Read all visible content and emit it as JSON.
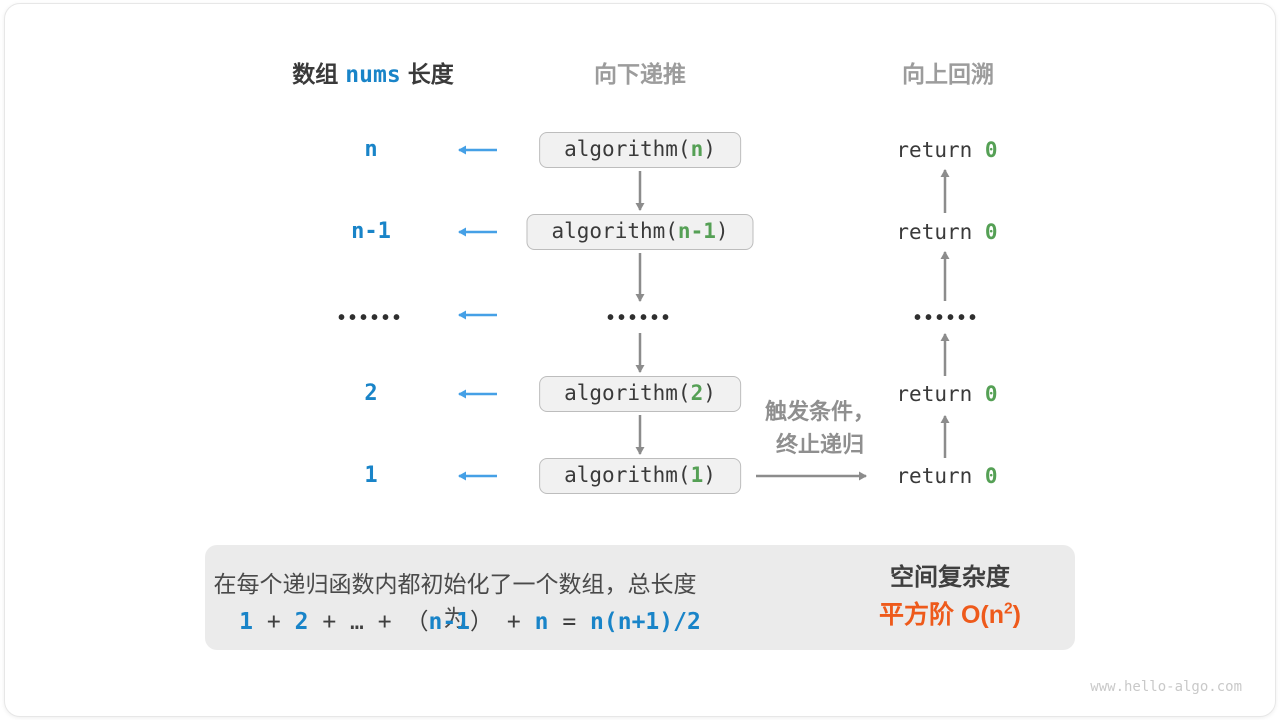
{
  "headers": {
    "length_prefix": "数组",
    "length_code": "nums",
    "length_suffix": "长度",
    "down": "向下递推",
    "up": "向上回溯"
  },
  "rows": [
    {
      "label": "n",
      "call": {
        "pre": "algorithm(",
        "arg": "n",
        "post": ")"
      },
      "ret": {
        "kw": "return ",
        "val": "0"
      }
    },
    {
      "label": "n-1",
      "call": {
        "pre": "algorithm(",
        "arg": "n-1",
        "post": ")"
      },
      "ret": {
        "kw": "return ",
        "val": "0"
      }
    },
    {
      "label": "2",
      "call": {
        "pre": "algorithm(",
        "arg": "2",
        "post": ")"
      },
      "ret": {
        "kw": "return ",
        "val": "0"
      }
    },
    {
      "label": "1",
      "call": {
        "pre": "algorithm(",
        "arg": "1",
        "post": ")"
      },
      "ret": {
        "kw": "return ",
        "val": "0"
      }
    }
  ],
  "ellipsis": {
    "left": "••••••",
    "mid": "••••••",
    "right": "••••••"
  },
  "annotation": {
    "line1": "触发条件，",
    "line2": "终止递归"
  },
  "summary": {
    "line1": "在每个递归函数内都初始化了一个数组，总长度为",
    "formula": {
      "t1": "1",
      "op1": "+",
      "t2": "2",
      "op2": "+",
      "dots": "…",
      "op3": "+",
      "lparen": "（",
      "t3": "n-1",
      "rparen": "）",
      "op4": "+",
      "t4": "n",
      "eq": "=",
      "t5": "n(n+1)/2"
    },
    "result_title": "空间复杂度",
    "result_pre": "平方阶 O(n",
    "result_sup": "2",
    "result_post": ")"
  },
  "watermark": "www.hello-algo.com",
  "colors": {
    "blue": "#1984c8",
    "arrowBlue": "#45a0e6",
    "green": "#55a055",
    "dark": "#3a3a3a",
    "grayHead": "#9c9c9c",
    "arrowGray": "#8c8c8c",
    "boxBg": "#f1f1f1",
    "boxBorder": "#bdbdbd",
    "summaryBg": "#ebebeb",
    "orange": "#ee5a1b",
    "watermark": "#c9c9c9"
  }
}
